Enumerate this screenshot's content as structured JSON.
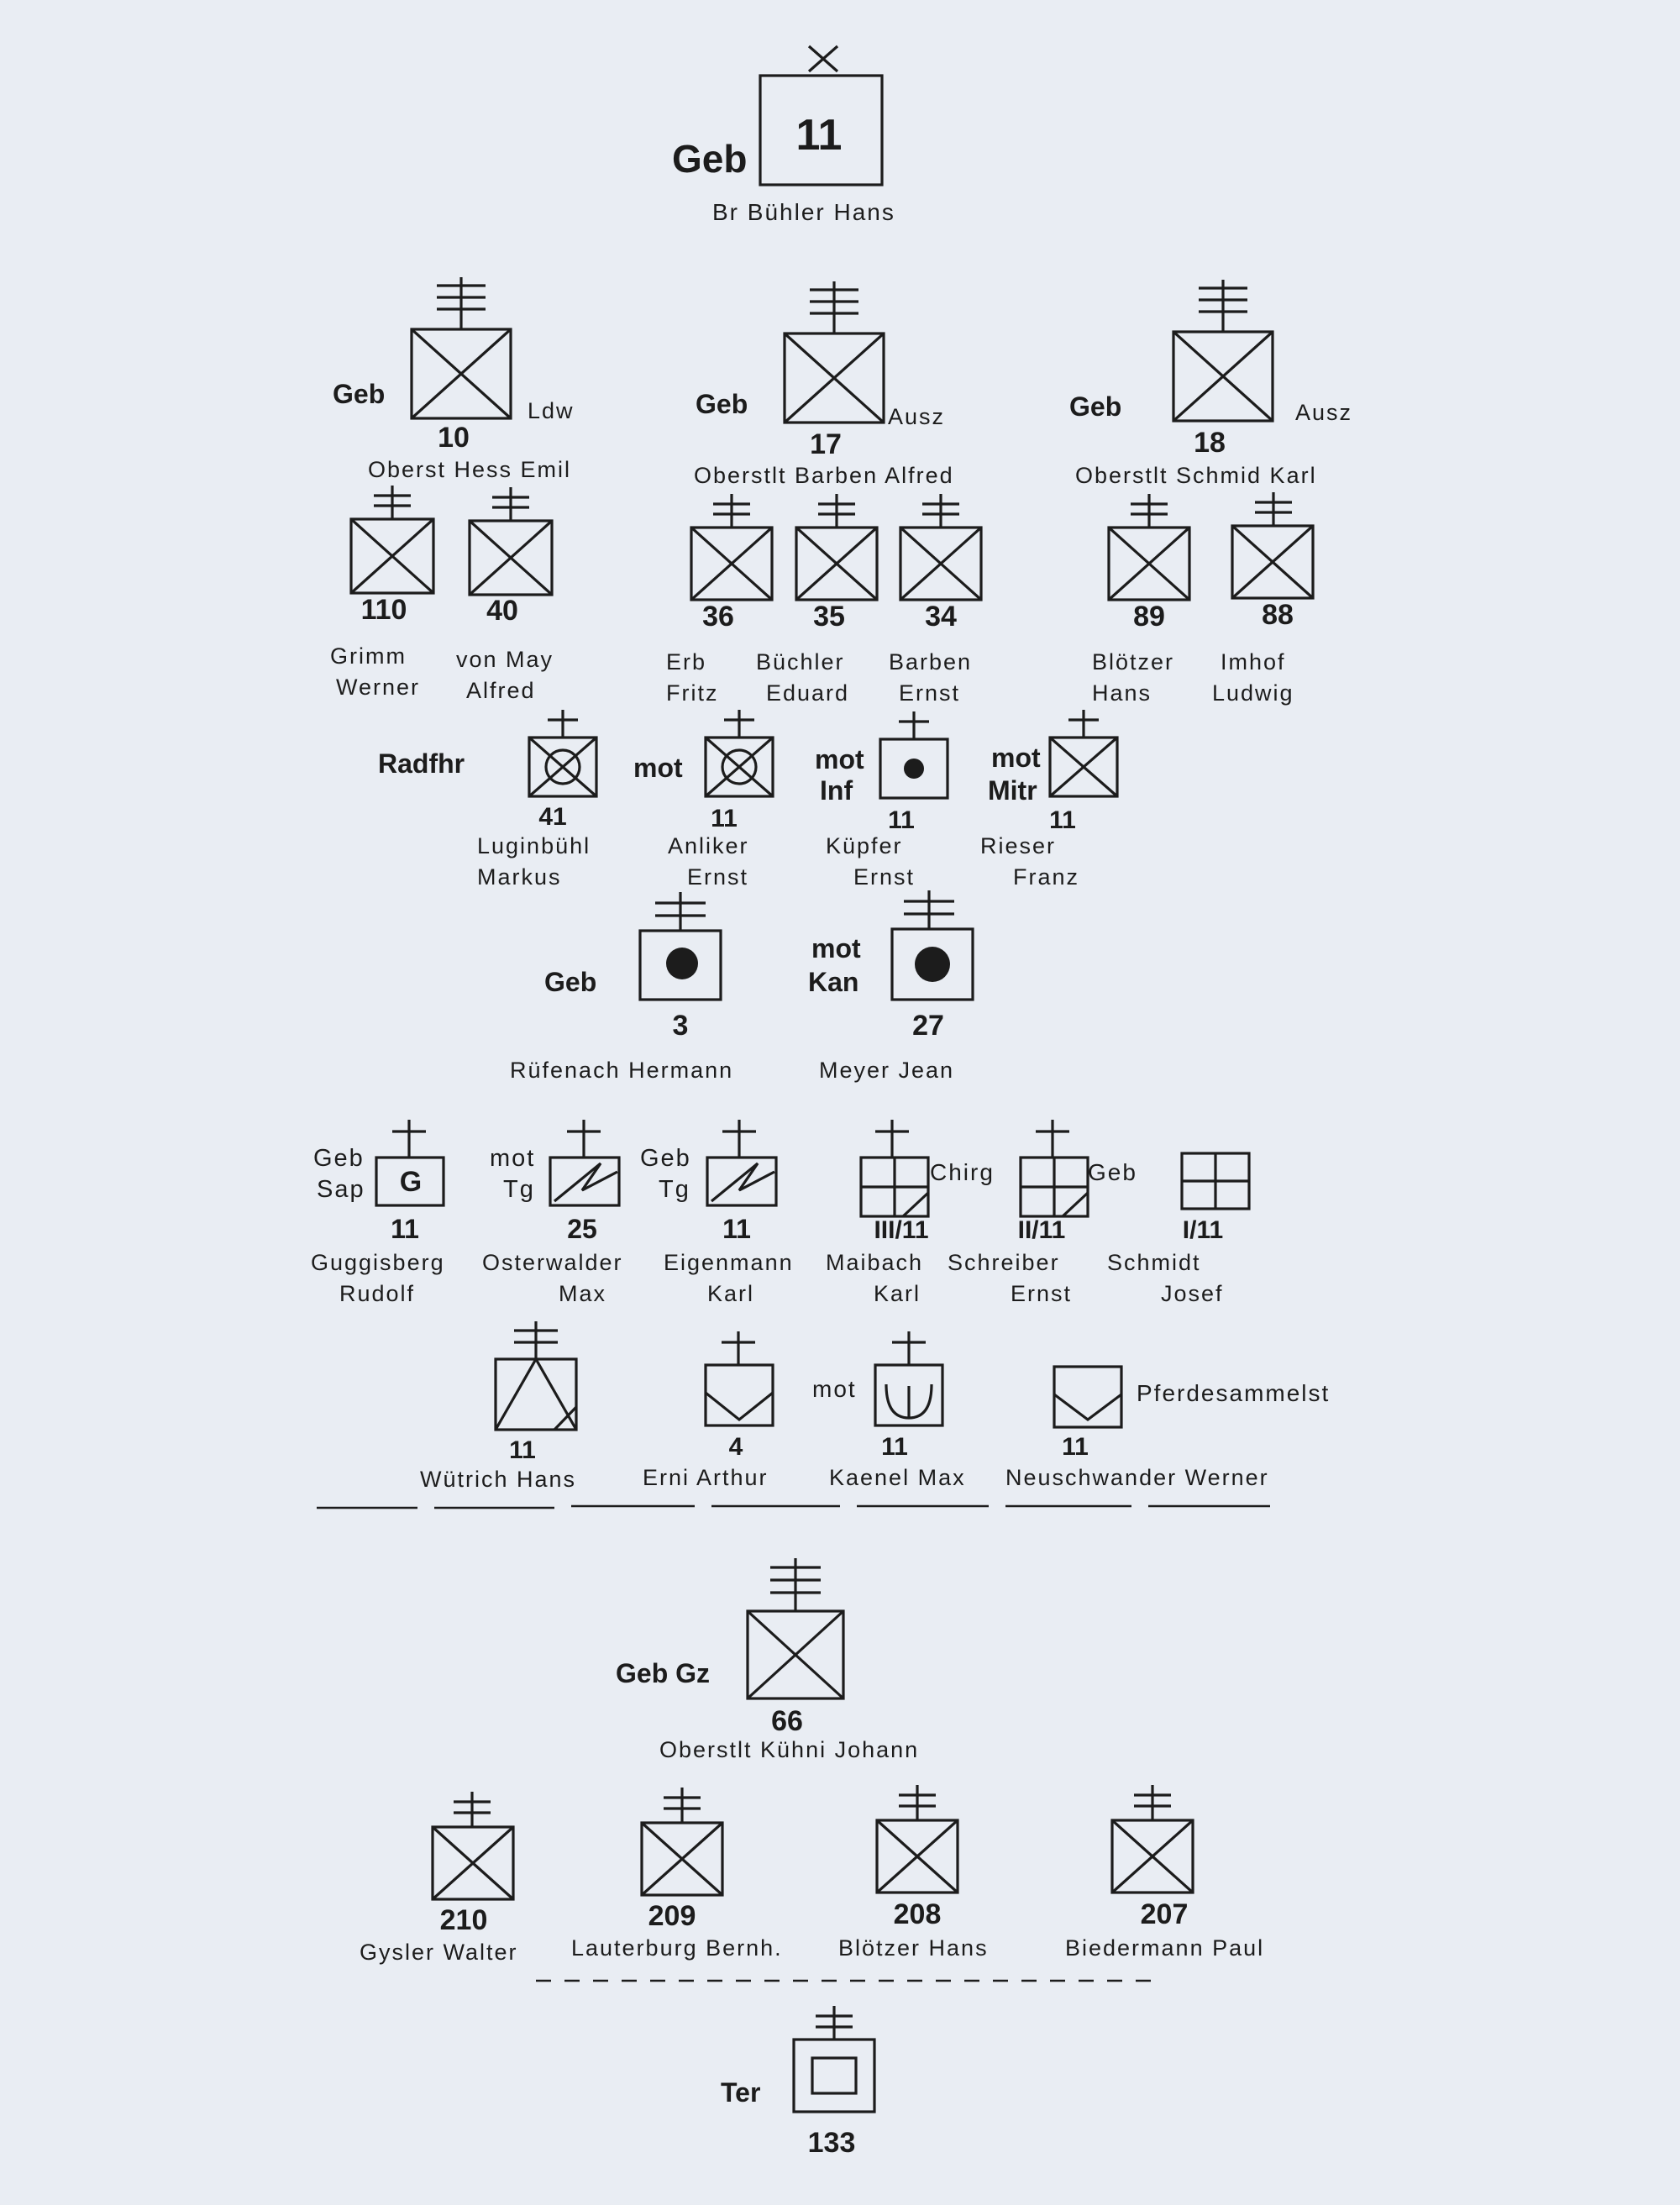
{
  "brigade": {
    "label": "Geb",
    "number": "11",
    "commander": "Br Bühler Hans"
  },
  "regiments": [
    {
      "label": "Geb",
      "number": "10",
      "side": "Ldw",
      "commander": "Oberst Hess Emil"
    },
    {
      "label": "Geb",
      "number": "17",
      "side": "Ausz",
      "commander": "Oberstlt Barben Alfred"
    },
    {
      "label": "Geb",
      "number": "18",
      "side": "Ausz",
      "commander": "Oberstlt Schmid Karl"
    }
  ],
  "battalions": [
    {
      "number": "110",
      "first": "Grimm",
      "second": "Werner"
    },
    {
      "number": "40",
      "first": "von May",
      "second": "Alfred"
    },
    {
      "number": "36",
      "first": "Erb",
      "second": "Fritz"
    },
    {
      "number": "35",
      "first": "Büchler",
      "second": "Eduard"
    },
    {
      "number": "34",
      "first": "Barben",
      "second": "Ernst"
    },
    {
      "number": "89",
      "first": "Blötzer",
      "second": "Hans"
    },
    {
      "number": "88",
      "first": "Imhof",
      "second": "Ludwig"
    }
  ],
  "companies": [
    {
      "label1": "Radfhr",
      "label2": "",
      "number": "41",
      "first": "Luginbühl",
      "second": "Markus"
    },
    {
      "label1": "mot",
      "label2": "",
      "number": "11",
      "first": "Anliker",
      "second": "Ernst"
    },
    {
      "label1": "mot",
      "label2": "Inf",
      "number": "11",
      "first": "Küpfer",
      "second": "Ernst"
    },
    {
      "label1": "mot",
      "label2": "Mitr",
      "number": "11",
      "first": "Rieser",
      "second": "Franz"
    }
  ],
  "artillery": [
    {
      "label1": "",
      "label2": "Geb",
      "number": "3"
    },
    {
      "label1": "mot",
      "label2": "Kan",
      "number": "27"
    }
  ],
  "artillery_names": [
    "Rüfenach Hermann",
    "Meyer Jean"
  ],
  "support": [
    {
      "label1": "Geb",
      "label2": "Sap",
      "inner": "G",
      "number": "11",
      "first": "Guggisberg",
      "second": "Rudolf"
    },
    {
      "label1": "mot",
      "label2": "Tg",
      "number": "25",
      "first": "Osterwalder",
      "second": "Max"
    },
    {
      "label1": "Geb",
      "label2": "Tg",
      "number": "11",
      "first": "Eigenmann",
      "second": "Karl"
    },
    {
      "side": "Chirg",
      "number": "III/11",
      "first": "Maibach",
      "second": "Karl"
    },
    {
      "side": "Geb",
      "number": "II/11",
      "first": "Schreiber",
      "second": "Ernst"
    },
    {
      "number": "I/11",
      "first": "Schmidt",
      "second": "Josef"
    }
  ],
  "logistics": [
    {
      "number": "11",
      "name": "Wütrich Hans"
    },
    {
      "number": "4",
      "name": "Erni Arthur"
    },
    {
      "label": "mot",
      "number": "11",
      "name": "Kaenel Max"
    },
    {
      "side": "Pferdesammelst",
      "number": "11",
      "name": "Neuschwander Werner"
    }
  ],
  "border_regiment": {
    "label": "Geb Gz",
    "number": "66",
    "commander": "Oberstlt Kühni Johann"
  },
  "border_battalions": [
    {
      "number": "210",
      "name": "Gysler Walter"
    },
    {
      "number": "209",
      "name": "Lauterburg Bernh."
    },
    {
      "number": "208",
      "name": "Blötzer Hans"
    },
    {
      "number": "207",
      "name": "Biedermann Paul"
    }
  ],
  "territorial": {
    "label": "Ter",
    "number": "133"
  }
}
